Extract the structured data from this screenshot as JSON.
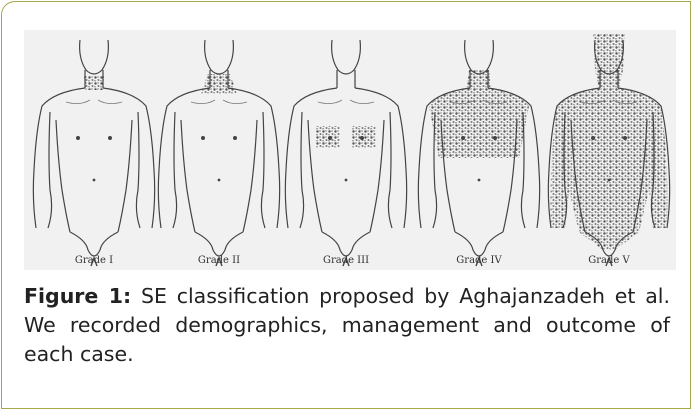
{
  "figure": {
    "label": "Figure 1:",
    "caption": " SE classification proposed by Aghajanzadeh et al. We recorded demographics, management and outcome of each case."
  },
  "grades": [
    "Grade I",
    "Grade II",
    "Grade III",
    "Grade IV",
    "Grade V"
  ],
  "colors": {
    "border": "#a8a84a",
    "image_bg": "#f1f1f1",
    "ink": "#333333"
  }
}
